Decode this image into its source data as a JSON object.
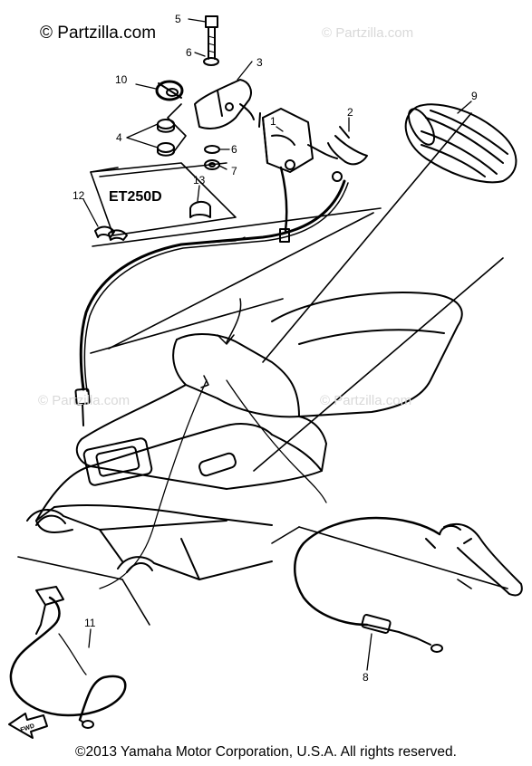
{
  "watermarks": {
    "main": "© Partzilla.com",
    "faint": "© Partzilla.com"
  },
  "model_label": "ET250D",
  "callouts": {
    "c1": "1",
    "c2": "2",
    "c3": "3",
    "c4": "4",
    "c5": "5",
    "c6a": "6",
    "c6b": "6",
    "c7": "7",
    "c8": "8",
    "c9": "9",
    "c10": "10",
    "c11": "11",
    "c12": "12",
    "c13": "13"
  },
  "fwd_label": "FWD",
  "footer": "©2013  Yamaha Motor Corporation, U.S.A. All rights reserved."
}
